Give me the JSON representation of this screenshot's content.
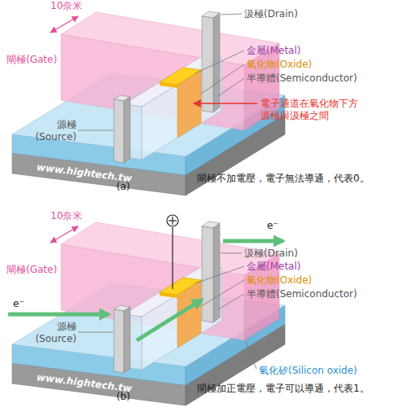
{
  "diagram": {
    "labels": [
      "10奈米",
      "閘極(Gate)",
      "汲極(Drain)",
      "金屬(Metal)",
      "氧化物(Oxide)",
      "半導體(Semiconductor)",
      "源極 (Source)",
      "電子通道在氧化物下方 源極與汲極之間",
      "www.hightech.tw",
      "(a)",
      "閘極不加電壓，電子無法導通，代表0。",
      "10奈米",
      "e⁻",
      "閘極(Gate)",
      "汲極(Drain)",
      "金屬(Metal)",
      "氧化物(Oxide)",
      "半導體(Semiconductor)",
      "e⁻",
      "源極 (Source)",
      "氧化矽(Silicon oxide)",
      "www.hightech.tw",
      "(b)",
      "閘極加正電壓，電子可以導通，代表1。"
    ]
  }
}
